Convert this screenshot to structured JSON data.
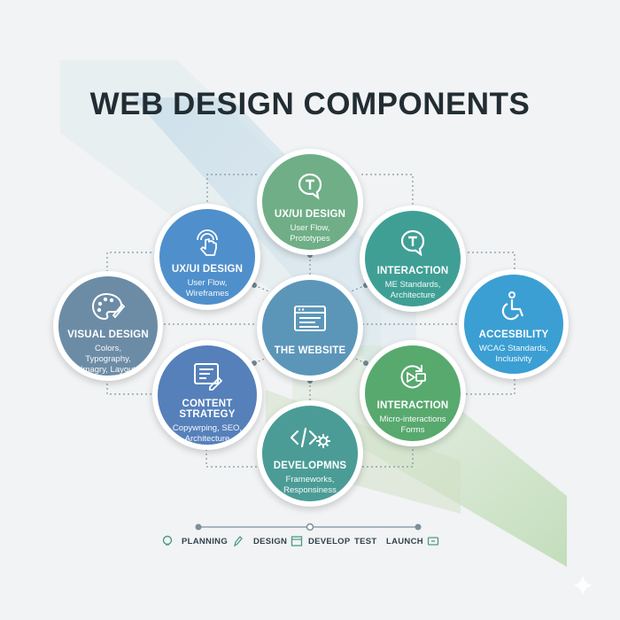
{
  "title": "WEB DESIGN COMPONENTS",
  "nodes": {
    "uxui_top": {
      "title": "UX/UI DESIGN",
      "line1": "User Flow,",
      "line2": "Prototypes",
      "color": "#6fae86"
    },
    "uxui_left": {
      "title": "UX/UI DESIGN",
      "line1": "User Flow,",
      "line2": "Wireframes",
      "color": "#4f8fcb"
    },
    "interaction_top": {
      "title": "INTERACTION",
      "line1": "ME Standards,",
      "line2": "Architecture",
      "color": "#3f9f95"
    },
    "visual": {
      "title": "VISUAL DESIGN",
      "line1": "Colors, Typography,",
      "line2": "Imagry, Layout",
      "color": "#6c8ca6"
    },
    "center": {
      "title": "THE WEBSITE",
      "color": "#5b96b9"
    },
    "accessibility": {
      "title": "ACCESBILITY",
      "line1": "WCAG Standards,",
      "line2": "Inclusivity",
      "color": "#3b9fd3"
    },
    "content": {
      "title": "CONTENT STRATEGY",
      "line1": "Copywrping, SEO,",
      "line2": "Architecture",
      "color": "#5580ba"
    },
    "interaction_bottom": {
      "title": "INTERACTION",
      "line1": "Micro-interactions",
      "line2": "Forms",
      "color": "#58a96e"
    },
    "development": {
      "title": "DEVELOPMNS",
      "line1": "Frameworks,",
      "line2": "Responsiness",
      "color": "#4b9c96"
    }
  },
  "timeline": {
    "stages": [
      "PLANNING",
      "DESIGN",
      "DEVELOP",
      "TEST",
      "LAUNCH"
    ],
    "line_color": "#7d8f99"
  }
}
